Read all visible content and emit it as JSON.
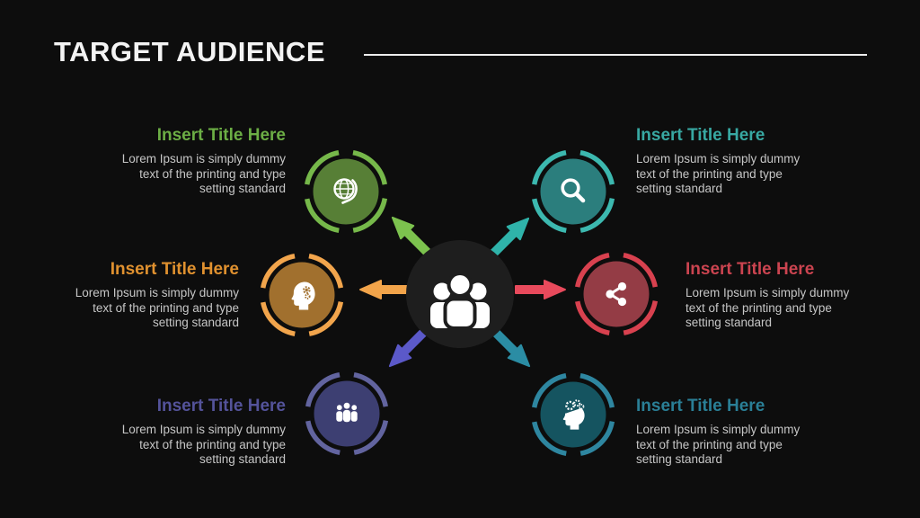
{
  "slide": {
    "title": "TARGET AUDIENCE",
    "background_color": "#0d0d0d",
    "divider_color": "#ededed",
    "body_text_color": "#c6c6c6"
  },
  "center_hub": {
    "icon": "audience-group-icon",
    "circle_color": "#1e1e1e",
    "icon_color": "#ffffff"
  },
  "items": [
    {
      "position": "top-left",
      "title": "Insert Title Here",
      "body": "Lorem Ipsum is simply dummy text of the printing and type setting standard",
      "icon": "globe-icon",
      "ring_color": "#76b84a",
      "fill_color": "#577f36",
      "title_color": "#6cae45",
      "arrow_color": "#7cc24e"
    },
    {
      "position": "top-right",
      "title": "Insert Title Here",
      "body": "Lorem Ipsum is simply dummy text of the printing and type setting standard",
      "icon": "search-icon",
      "ring_color": "#3cb8af",
      "fill_color": "#2b7e7d",
      "title_color": "#38a8a2",
      "arrow_color": "#2fb3aa"
    },
    {
      "position": "middle-left",
      "title": "Insert Title Here",
      "body": "Lorem Ipsum is simply dummy text of the printing and type setting standard",
      "icon": "head-gears-icon",
      "ring_color": "#f2a54c",
      "fill_color": "#a1702e",
      "title_color": "#e0912f",
      "arrow_color": "#f2a44a"
    },
    {
      "position": "middle-right",
      "title": "Insert Title Here",
      "body": "Lorem Ipsum is simply dummy text of the printing and type setting standard",
      "icon": "share-icon",
      "ring_color": "#d8414f",
      "fill_color": "#943c45",
      "title_color": "#cb4450",
      "arrow_color": "#e84a5c"
    },
    {
      "position": "bottom-left",
      "title": "Insert Title Here",
      "body": "Lorem Ipsum is simply dummy text of the printing and type setting standard",
      "icon": "people-group-icon",
      "ring_color": "#62649f",
      "fill_color": "#3d3f72",
      "title_color": "#54539a",
      "arrow_color": "#5b59c9"
    },
    {
      "position": "bottom-right",
      "title": "Insert Title Here",
      "body": "Lorem Ipsum is simply dummy text of the printing and type setting standard",
      "icon": "brainstorm-icon",
      "ring_color": "#2e86a0",
      "fill_color": "#155460",
      "title_color": "#2a7f96",
      "arrow_color": "#2b8da4"
    }
  ]
}
